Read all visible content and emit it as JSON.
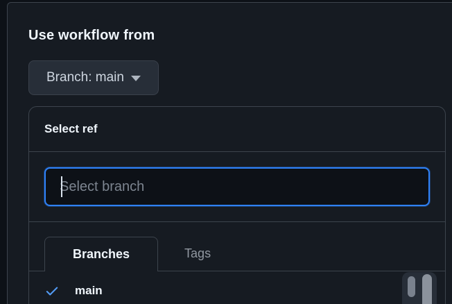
{
  "colors": {
    "page_bg": "#0d1117",
    "panel_bg": "#161b22",
    "border": "#3d444d",
    "accent": "#2f81f7",
    "check": "#539bf5",
    "text_primary": "#f0f6fc",
    "text_secondary": "#9198a1"
  },
  "workflow_popover": {
    "title": "Use workflow from",
    "branch_button": {
      "label": "Branch: main"
    }
  },
  "ref_selector": {
    "title": "Select ref",
    "search": {
      "placeholder": "Select branch",
      "value": ""
    },
    "tabs": [
      {
        "label": "Branches",
        "active": true
      },
      {
        "label": "Tags",
        "active": false
      }
    ],
    "items": [
      {
        "label": "main",
        "selected": true
      }
    ]
  }
}
